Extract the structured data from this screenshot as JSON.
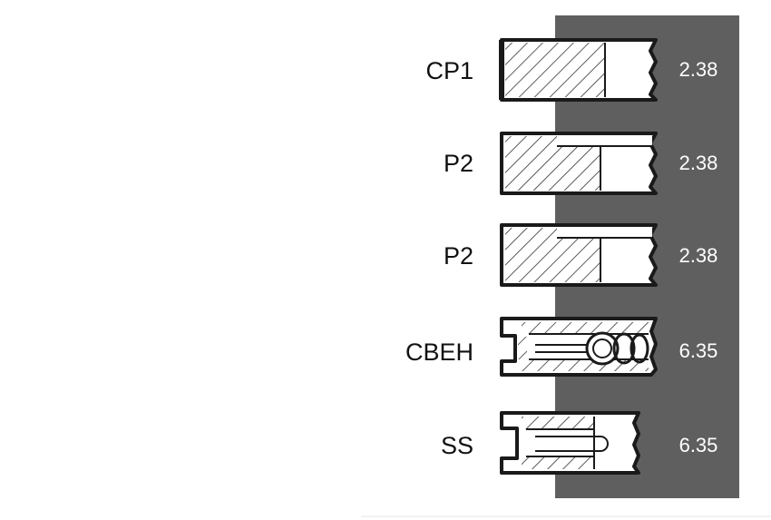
{
  "rings": [
    {
      "label": "CP1",
      "value": "2.38"
    },
    {
      "label": "P2",
      "value": "2.38"
    },
    {
      "label": "P2",
      "value": "2.38"
    },
    {
      "label": "CBEH",
      "value": "6.35"
    },
    {
      "label": "SS",
      "value": "6.35"
    }
  ],
  "colors": {
    "panel": "#5f5f5f",
    "stroke": "#1a1a1a",
    "hatch": "#333333",
    "value_text": "#ffffff",
    "label_text": "#111111"
  }
}
